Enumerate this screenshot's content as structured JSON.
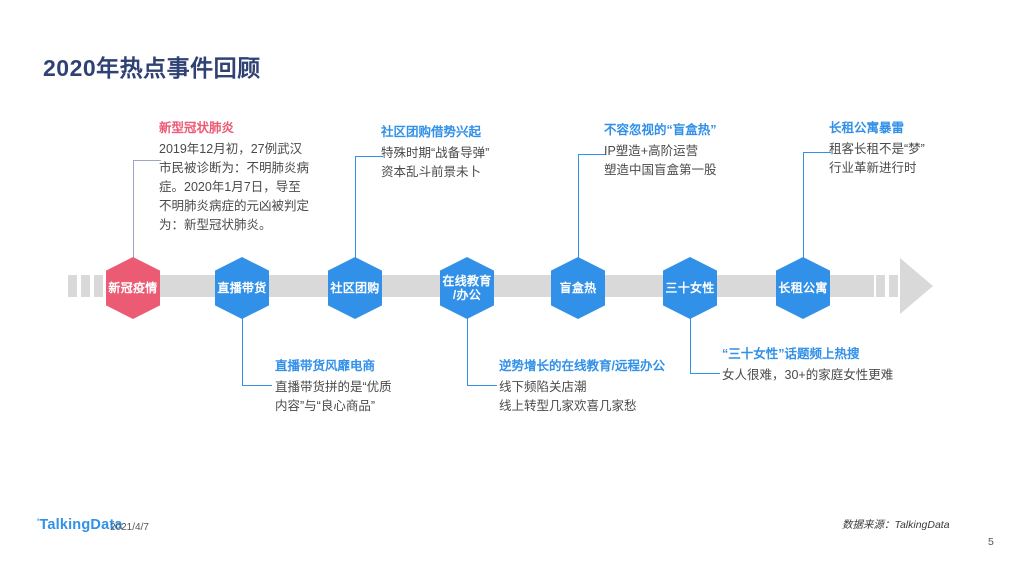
{
  "title": "2020年热点事件回顾",
  "colors": {
    "title": "#2f4273",
    "accent_blue": "#3190e8",
    "accent_pink": "#ec5b74",
    "bar_gray": "#d9d9d9",
    "body_text": "#4a4a4a"
  },
  "timeline": {
    "nodes": [
      {
        "label": "新冠疫情",
        "color": "pink",
        "lines": [
          "新冠疫情"
        ]
      },
      {
        "label": "直播带货",
        "color": "blue",
        "lines": [
          "直播带货"
        ]
      },
      {
        "label": "社区团购",
        "color": "blue",
        "lines": [
          "社区团购"
        ]
      },
      {
        "label": "在线教育/办公",
        "color": "blue",
        "lines": [
          "在线教育",
          "/办公"
        ]
      },
      {
        "label": "盲盒热",
        "color": "blue",
        "lines": [
          "盲盒热"
        ]
      },
      {
        "label": "三十女性",
        "color": "blue",
        "lines": [
          "三十女性"
        ]
      },
      {
        "label": "长租公寓",
        "color": "blue",
        "lines": [
          "长租公寓"
        ]
      }
    ]
  },
  "callouts_top": [
    {
      "title": "新型冠状肺炎",
      "color": "pink",
      "body": "2019年12月初，27例武汉市民被诊断为：不明肺炎病症。2020年1月7日，导至不明肺炎病症的元凶被判定为：新型冠状肺炎。"
    },
    {
      "title": "社区团购借势兴起",
      "color": "blue",
      "line1": "特殊时期“战备导弹”",
      "line2": "资本乱斗前景未卜"
    },
    {
      "title": "不容忽视的“盲盒热”",
      "color": "blue",
      "line1": "IP塑造+高阶运营",
      "line2": "塑造中国盲盒第一股"
    },
    {
      "title": "长租公寓暴雷",
      "color": "blue",
      "line1": "租客长租不是“梦”",
      "line2": "行业革新进行时"
    }
  ],
  "callouts_bottom": [
    {
      "title": "直播带货风靡电商",
      "color": "blue",
      "line1": "直播带货拼的是“优质",
      "line2": "内容”与“良心商品”"
    },
    {
      "title": "逆势增长的在线教育/远程办公",
      "color": "blue",
      "line1": "线下频陷关店潮",
      "line2": "线上转型几家欢喜几家愁"
    },
    {
      "title": "“三十女性”话题频上热搜",
      "color": "blue",
      "line1": "女人很难，30+的家庭女性更难",
      "line2": ""
    }
  ],
  "footer": {
    "logo_mark": "'",
    "logo": "TalkingData",
    "date": "2021/4/7",
    "source": "数据来源：TalkingData",
    "page_number": "5"
  }
}
